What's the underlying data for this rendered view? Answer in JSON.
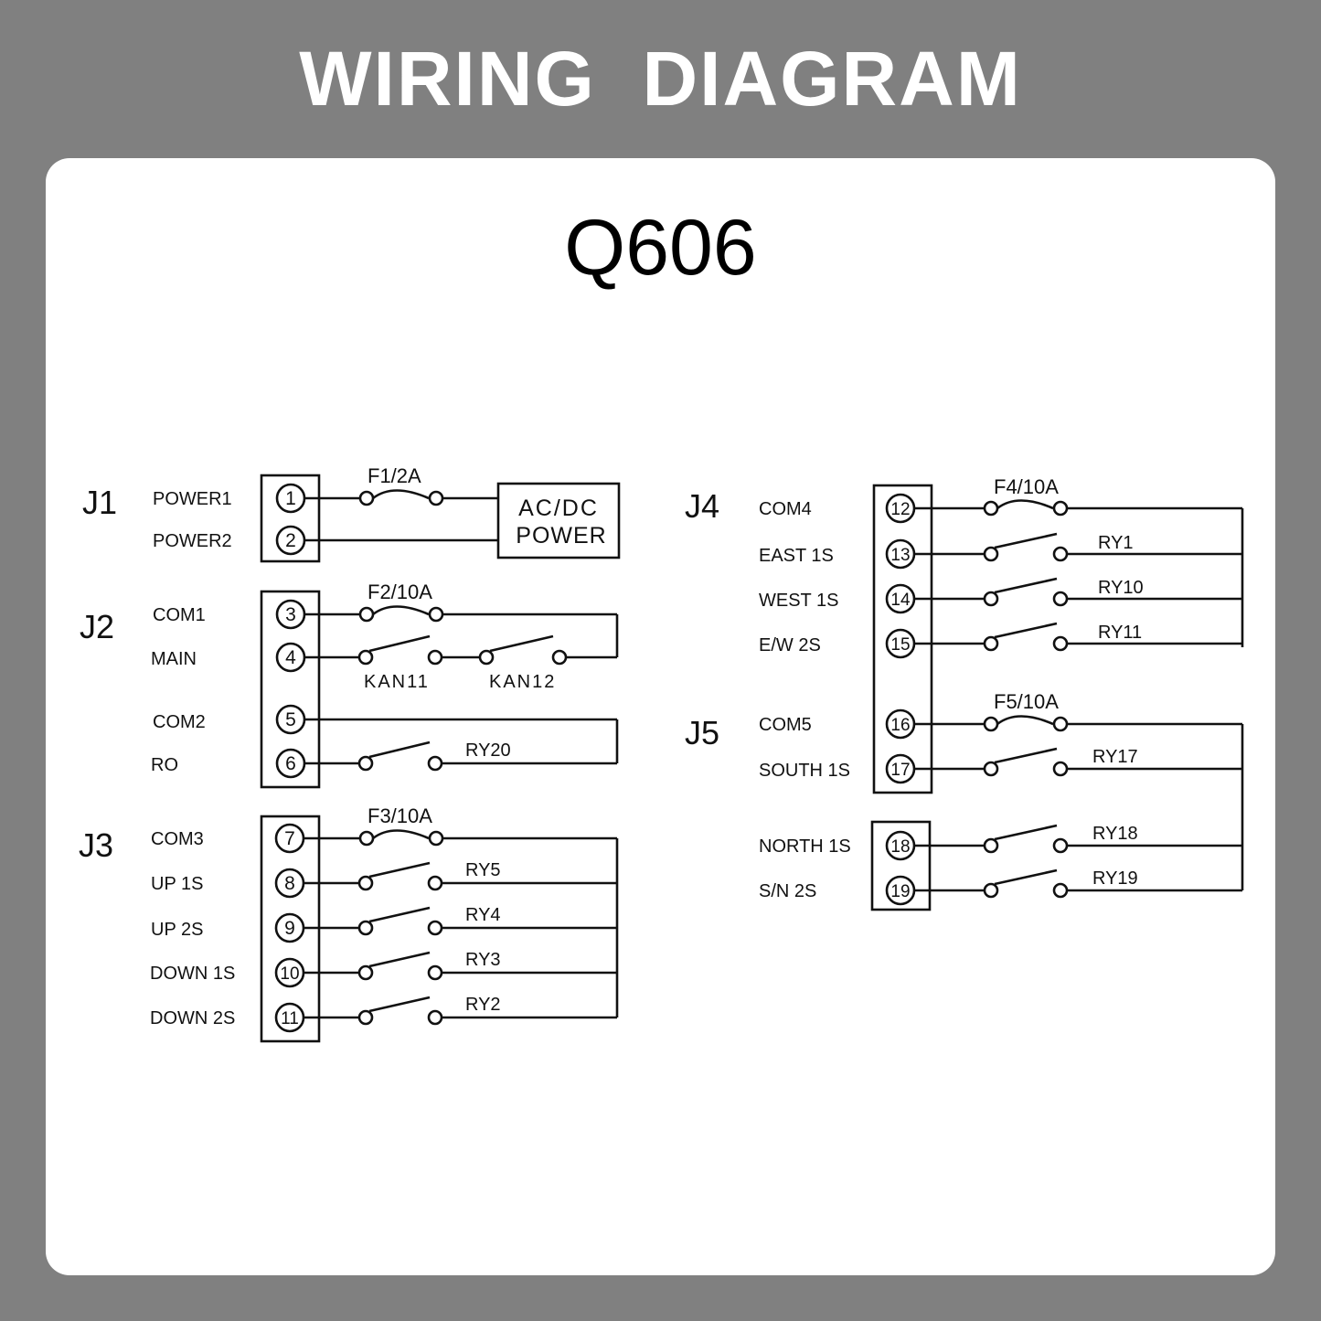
{
  "header": {
    "title": "WIRING  DIAGRAM"
  },
  "model": "Q606",
  "connectors": [
    {
      "id": "J1",
      "terminals": [
        {
          "number": "1",
          "label": "POWER1"
        },
        {
          "number": "2",
          "label": "POWER2"
        }
      ]
    },
    {
      "id": "J2",
      "terminals": [
        {
          "number": "3",
          "label": "COM1"
        },
        {
          "number": "4",
          "label": "MAIN"
        },
        {
          "number": "5",
          "label": "COM2"
        },
        {
          "number": "6",
          "label": "RO"
        }
      ]
    },
    {
      "id": "J3",
      "terminals": [
        {
          "number": "7",
          "label": "COM3"
        },
        {
          "number": "8",
          "label": "UP 1S"
        },
        {
          "number": "9",
          "label": "UP 2S"
        },
        {
          "number": "10",
          "label": "DOWN 1S"
        },
        {
          "number": "11",
          "label": "DOWN 2S"
        }
      ]
    },
    {
      "id": "J4",
      "terminals": [
        {
          "number": "12",
          "label": "COM4"
        },
        {
          "number": "13",
          "label": "EAST 1S"
        },
        {
          "number": "14",
          "label": "WEST 1S"
        },
        {
          "number": "15",
          "label": "E/W 2S"
        }
      ]
    },
    {
      "id": "J5",
      "terminals": [
        {
          "number": "16",
          "label": "COM5"
        },
        {
          "number": "17",
          "label": "SOUTH 1S"
        },
        {
          "number": "18",
          "label": "NORTH 1S"
        },
        {
          "number": "19",
          "label": "S/N 2S"
        }
      ]
    }
  ],
  "fuses": [
    "F1/2A",
    "F2/10A",
    "F3/10A",
    "F4/10A",
    "F5/10A"
  ],
  "power_box": {
    "line1": "AC/DC",
    "line2": "POWER"
  },
  "relays": [
    "KAN11",
    "KAN12",
    "RY20",
    "RY5",
    "RY4",
    "RY3",
    "RY2",
    "RY1",
    "RY10",
    "RY11",
    "RY17",
    "RY18",
    "RY19"
  ]
}
